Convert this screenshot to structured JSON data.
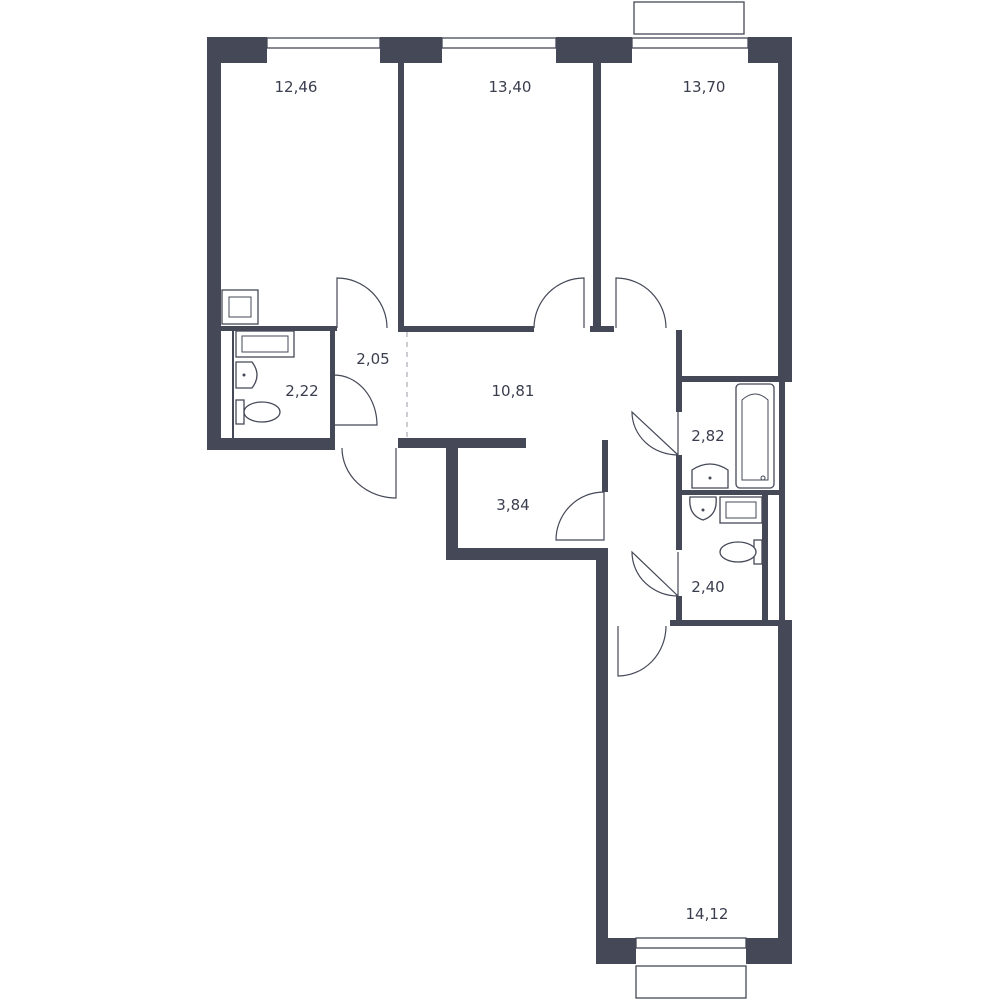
{
  "plan": {
    "wall_color": "#454857",
    "rooms": [
      {
        "id": "bedroom-left",
        "area": "12,46"
      },
      {
        "id": "bedroom-middle",
        "area": "13,40"
      },
      {
        "id": "bedroom-right",
        "area": "13,70"
      },
      {
        "id": "toilet-left",
        "area": "2,22"
      },
      {
        "id": "entry-hall",
        "area": "2,05"
      },
      {
        "id": "corridor",
        "area": "10,81"
      },
      {
        "id": "bathroom",
        "area": "2,82"
      },
      {
        "id": "storage",
        "area": "3,84"
      },
      {
        "id": "toilet-right",
        "area": "2,40"
      },
      {
        "id": "bedroom-bottom",
        "area": "14,12"
      }
    ]
  }
}
